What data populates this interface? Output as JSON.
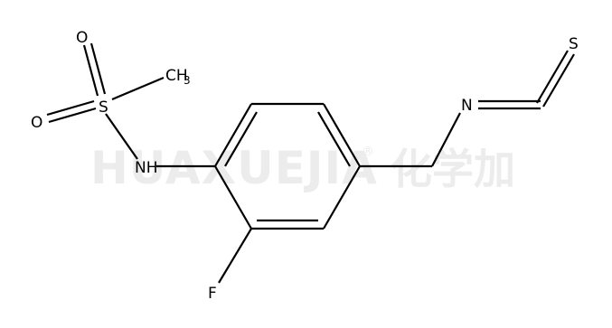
{
  "watermark": {
    "latin": "HUAXUEJIA",
    "registered": "®",
    "chinese": "化学加"
  },
  "atoms": {
    "o_top": "O",
    "o_left": "O",
    "s_sulfonyl": "S",
    "ch3_main": "CH",
    "ch3_sub": "3",
    "nh": "NH",
    "f": "F",
    "n_iso": "N",
    "s_thio": "S"
  }
}
